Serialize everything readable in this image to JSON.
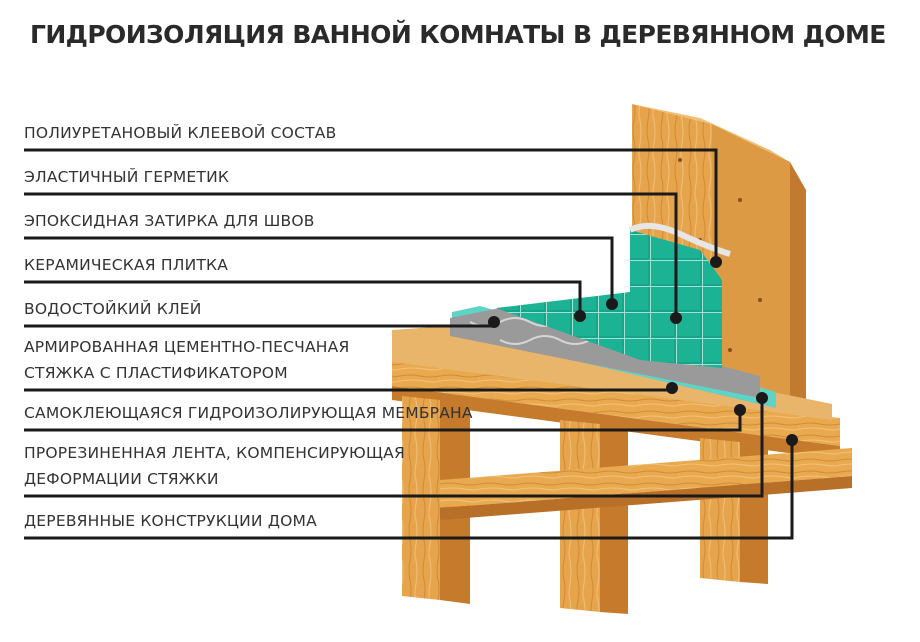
{
  "title": "ГИДРОИЗОЛЯЦИЯ ВАННОЙ КОМНАТЫ В ДЕРЕВЯННОМ ДОМЕ",
  "layers": [
    {
      "lines": [
        "ПОЛИУРЕТАНОВЫЙ КЛЕЕВОЙ СОСТАВ"
      ]
    },
    {
      "lines": [
        "ЭЛАСТИЧНЫЙ ГЕРМЕТИК"
      ]
    },
    {
      "lines": [
        "ЭПОКСИДНАЯ ЗАТИРКА ДЛЯ ШВОВ"
      ]
    },
    {
      "lines": [
        "КЕРАМИЧЕСКАЯ ПЛИТКА"
      ]
    },
    {
      "lines": [
        "ВОДОСТОЙКИЙ КЛЕЙ"
      ]
    },
    {
      "lines": [
        "АРМИРОВАННАЯ ЦЕМЕНТНО-ПЕСЧАНАЯ",
        "СТЯЖКА С ПЛАСТИФИКАТОРОМ"
      ]
    },
    {
      "lines": [
        "САМОКЛЕЮЩАЯСЯ ГИДРОИЗОЛИРУЮЩАЯ МЕМБРАНА"
      ]
    },
    {
      "lines": [
        "ПРОРЕЗИНЕННАЯ ЛЕНТА, КОМПЕНСИРУЮЩАЯ",
        "ДЕФОРМАЦИИ СТЯЖКИ"
      ]
    },
    {
      "lines": [
        "ДЕРЕВЯННЫЕ КОНСТРУКЦИИ ДОМА"
      ]
    }
  ],
  "colors": {
    "wood": "#e8a94f",
    "wood_dark": "#c57a2c",
    "tile": "#1aa58c",
    "tile_grout": "#9ee3d3",
    "screed": "#9a9a9a",
    "membrane": "#5fd3c6",
    "leader": "#1a1a1a"
  }
}
